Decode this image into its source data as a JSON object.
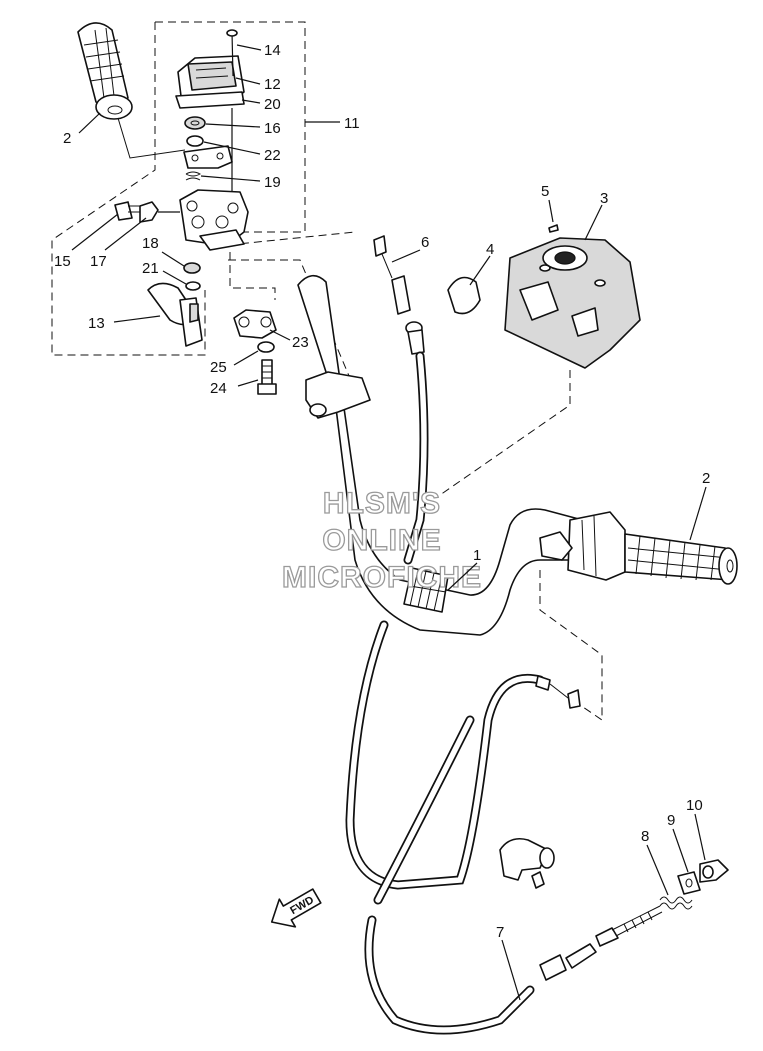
{
  "diagram": {
    "callouts": [
      "14",
      "12",
      "20",
      "16",
      "22",
      "19",
      "11",
      "2",
      "15",
      "17",
      "18",
      "21",
      "13",
      "5",
      "3",
      "4",
      "6",
      "23",
      "25",
      "24",
      "2",
      "1",
      "10",
      "9",
      "8",
      "7"
    ],
    "watermark": [
      "HLSM'S",
      "ONLINE",
      "MICROFICHE"
    ],
    "direction_badge": "FWD"
  }
}
